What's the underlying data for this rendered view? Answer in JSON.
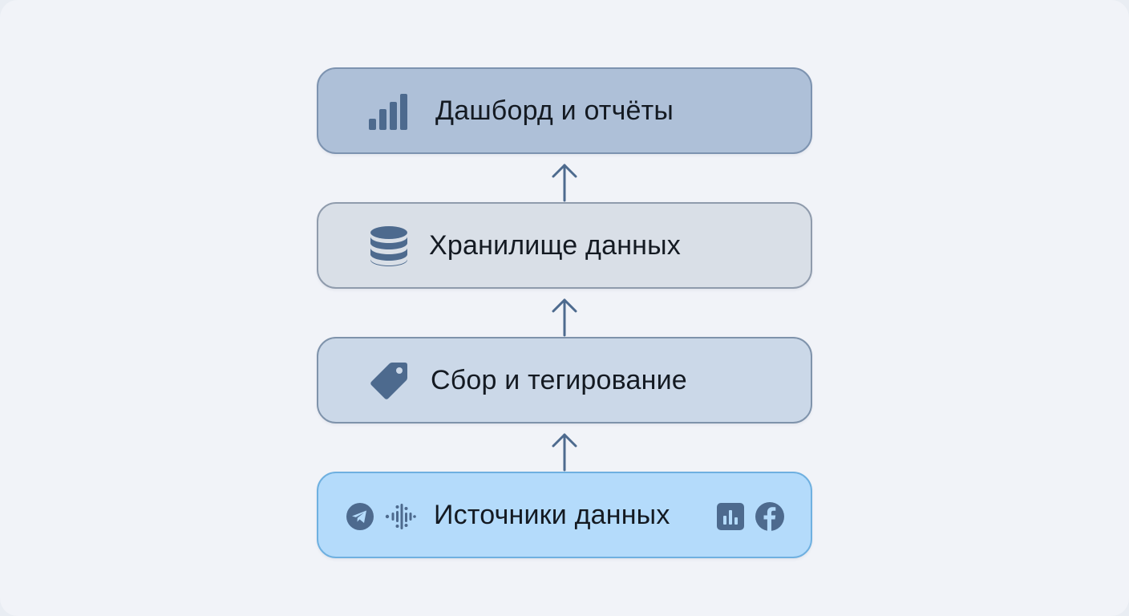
{
  "diagram": {
    "layers": [
      {
        "id": "dashboard",
        "label": "Дашборд и отчёты",
        "icon": "bar-chart-icon"
      },
      {
        "id": "storage",
        "label": "Хранилище данных",
        "icon": "database-icon"
      },
      {
        "id": "tagging",
        "label": "Сбор и тегирование",
        "icon": "tag-icon"
      },
      {
        "id": "sources",
        "label": "Источники данных",
        "icons": [
          "telegram-icon",
          "podcast-icon",
          "analytics-icon",
          "facebook-icon"
        ]
      }
    ],
    "flow_direction": "bottom-to-top"
  },
  "colors": {
    "icon": "#4d6a8e",
    "arrow": "#4d6a8e",
    "dashboard_fill": "#aec0d8",
    "storage_fill": "#d9dfe7",
    "tagging_fill": "#cbd8e8",
    "sources_fill": "#b4dbfb",
    "background": "#f1f3f8"
  }
}
